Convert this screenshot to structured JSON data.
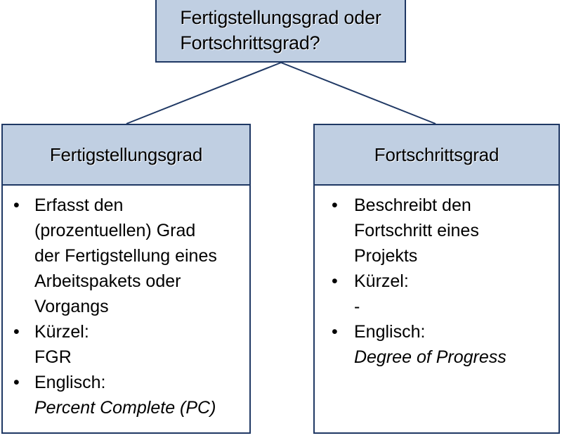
{
  "diagram": {
    "type": "hierarchy-tree",
    "title": "Fertigstellungsgrad oder Fortschrittsgrad?",
    "colors": {
      "header_fill": "#c0cfe2",
      "border": "#1f3864",
      "body_fill": "#ffffff",
      "text": "#000000"
    },
    "root": {
      "label_line_1": "Fertigstellungsgrad oder",
      "label_line_2": "Fortschrittsgrad?"
    },
    "children": [
      {
        "id": "fertigstellungsgrad",
        "header": "Fertigstellungsgrad",
        "bullets": [
          {
            "lines": [
              {
                "text": "Erfasst den",
                "italic": false
              },
              {
                "text": "(prozentuellen) Grad",
                "italic": false
              },
              {
                "text": "der Fertigstellung eines",
                "italic": false
              },
              {
                "text": "Arbeitspakets oder",
                "italic": false
              },
              {
                "text": "Vorgangs",
                "italic": false
              }
            ]
          },
          {
            "lines": [
              {
                "text": "Kürzel:",
                "italic": false
              },
              {
                "text": "FGR",
                "italic": false
              }
            ]
          },
          {
            "lines": [
              {
                "text": "Englisch:",
                "italic": false
              },
              {
                "text": "Percent Complete (PC)",
                "italic": true
              }
            ]
          }
        ]
      },
      {
        "id": "fortschrittsgrad",
        "header": "Fortschrittsgrad",
        "bullets": [
          {
            "lines": [
              {
                "text": "Beschreibt den",
                "italic": false
              },
              {
                "text": "Fortschritt eines",
                "italic": false
              },
              {
                "text": "Projekts",
                "italic": false
              }
            ]
          },
          {
            "lines": [
              {
                "text": "Kürzel:",
                "italic": false
              },
              {
                "text": "-",
                "italic": false
              }
            ]
          },
          {
            "lines": [
              {
                "text": "Englisch:",
                "italic": false
              },
              {
                "text": "Degree of Progress",
                "italic": true
              }
            ]
          }
        ]
      }
    ]
  }
}
